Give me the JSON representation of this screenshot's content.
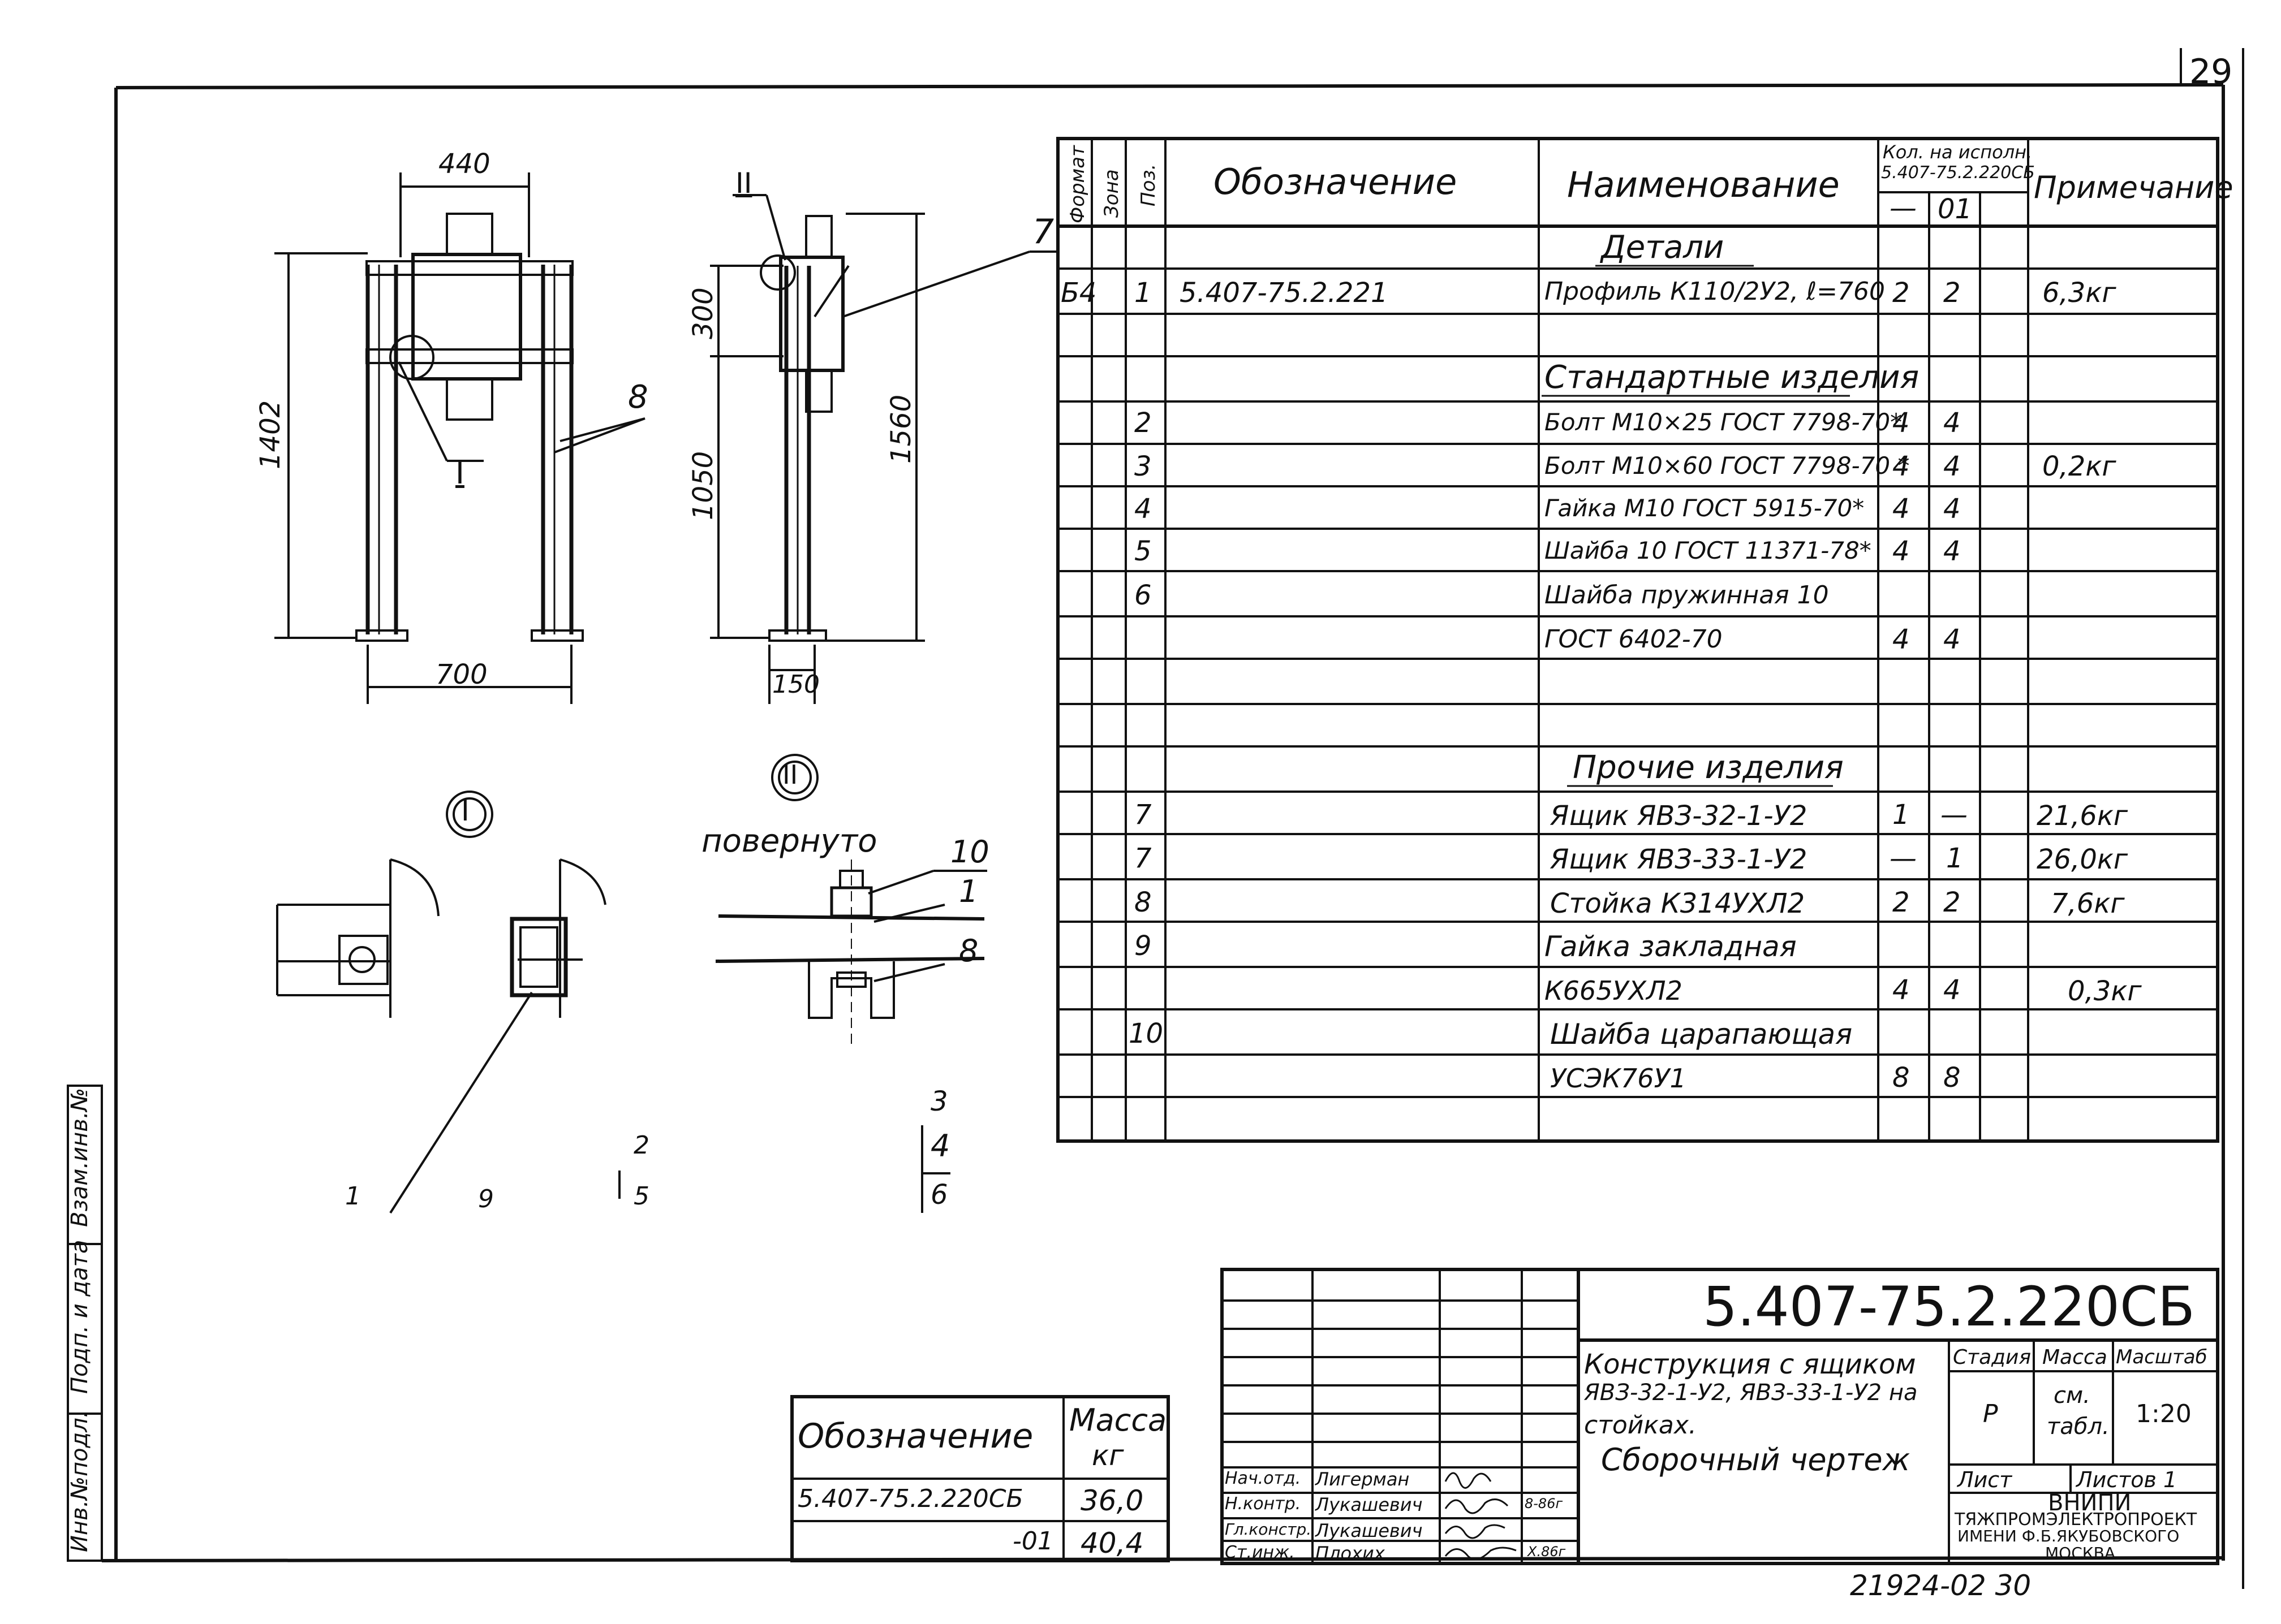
{
  "page_number": "29",
  "bottom_code": "21924-02   30",
  "spec": {
    "headers": {
      "format": "Формат",
      "zone": "Зона",
      "pos": "Поз.",
      "designation": "Обозначение",
      "name": "Наименование",
      "qty_title": "Кол. на исполн.",
      "qty_code": "5.407-75.2.220СБ",
      "qty_col1": "—",
      "qty_col2": "01",
      "note": "Примечание"
    },
    "sections": {
      "details": "Детали",
      "standard": "Стандартные изделия",
      "other": "Прочие изделия"
    },
    "rows": [
      {
        "format": "Б4",
        "pos": "1",
        "designation": "5.407-75.2.221",
        "name": "Профиль К110/2У2, ℓ=760",
        "q1": "2",
        "q2": "2",
        "note": "6,3кг"
      },
      {
        "pos": "2",
        "name": "Болт М10×25 ГОСТ 7798-70*",
        "q1": "4",
        "q2": "4",
        "note": ""
      },
      {
        "pos": "3",
        "name": "Болт М10×60 ГОСТ 7798-70 *",
        "q1": "4",
        "q2": "4",
        "note": "0,2кг"
      },
      {
        "pos": "4",
        "name": "Гайка М10 ГОСТ 5915-70*",
        "q1": "4",
        "q2": "4",
        "note": ""
      },
      {
        "pos": "5",
        "name": "Шайба 10 ГОСТ 11371-78*",
        "q1": "4",
        "q2": "4",
        "note": ""
      },
      {
        "pos": "6",
        "name": "Шайба пружинная 10",
        "q1": "",
        "q2": "",
        "note": ""
      },
      {
        "pos": "",
        "name": "ГОСТ 6402-70",
        "q1": "4",
        "q2": "4",
        "note": ""
      },
      {
        "pos": "7",
        "name": "Ящик ЯВЗ-32-1-У2",
        "q1": "1",
        "q2": "—",
        "note": "21,6кг"
      },
      {
        "pos": "7",
        "name": "Ящик ЯВЗ-33-1-У2",
        "q1": "—",
        "q2": "1",
        "note": "26,0кг"
      },
      {
        "pos": "8",
        "name": "Стойка К314УХЛ2",
        "q1": "2",
        "q2": "2",
        "note": "7,6кг"
      },
      {
        "pos": "9",
        "name": "Гайка закладная",
        "q1": "",
        "q2": "",
        "note": ""
      },
      {
        "pos": "",
        "name": "К665УХЛ2",
        "q1": "4",
        "q2": "4",
        "note": "0,3кг"
      },
      {
        "pos": "10",
        "name": "Шайба царапающая",
        "q1": "",
        "q2": "",
        "note": ""
      },
      {
        "pos": "",
        "name": "УСЭК76У1",
        "q1": "8",
        "q2": "8",
        "note": ""
      }
    ]
  },
  "drawing": {
    "dims": {
      "d440": "440",
      "d1402": "1402",
      "d700": "700",
      "d300": "300",
      "d1050": "1050",
      "d1560": "1560",
      "d150": "150"
    },
    "callouts": {
      "c_I": "I",
      "c_II": "II",
      "c7": "7",
      "c8": "8",
      "c10": "10",
      "c1": "1",
      "c8b": "8",
      "c1b": "1",
      "c9": "9",
      "c2": "2",
      "c5": "5",
      "c3": "3",
      "c4": "4",
      "c6": "6"
    },
    "view_I": "I",
    "view_II": "II",
    "rotated": "повернуто"
  },
  "mass_table": {
    "h_designation": "Обозначение",
    "h_mass": "Масса",
    "h_unit": "кг",
    "r1_code": "5.407-75.2.220СБ",
    "r1_mass": "36,0",
    "r2_code": "-01",
    "r2_mass": "40,4"
  },
  "title_block": {
    "doc_code": "5.407-75.2.220СБ",
    "title_line1": "Конструкция с ящиком",
    "title_line2": "ЯВЗ-32-1-У2, ЯВЗ-33-1-У2 на",
    "title_line3": "стойках.",
    "title_line4": "Сборочный чертеж",
    "stage_label": "Стадия",
    "mass_label": "Масса",
    "scale_label": "Масштаб",
    "stage": "Р",
    "mass_value_1": "см.",
    "mass_value_2": "табл.",
    "scale": "1:20",
    "sheet_label": "Лист",
    "sheets_label": "Листов 1",
    "org1": "ВНИПИ",
    "org2": "ТЯЖПРОМЭЛЕКТРОПРОЕКТ",
    "org3": "ИМЕНИ Ф.Б.ЯКУБОВСКОГО",
    "org4": "МОСКВА",
    "roles": [
      {
        "role": "Нач.отд.",
        "name": "Лигерман",
        "date": ""
      },
      {
        "role": "Н.контр.",
        "name": "Лукашевич",
        "date": "8-86г"
      },
      {
        "role": "Гл.констр.",
        "name": "Лукашевич",
        "date": ""
      },
      {
        "role": "Ст.инж.",
        "name": "Плохих",
        "date": "X.86г"
      }
    ]
  },
  "side_stamp": {
    "s1": "Инв.№подл.",
    "s2": "Подп. и дата",
    "s3": "Взам.инв.№"
  }
}
